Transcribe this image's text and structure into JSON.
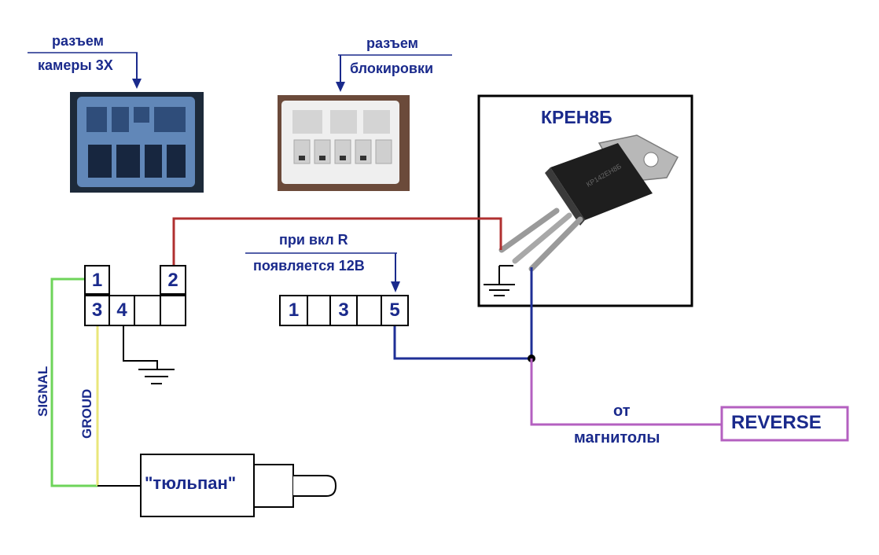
{
  "labels": {
    "cam_connector_line1": "разъем",
    "cam_connector_line2": "камеры 3Х",
    "lock_connector_line1": "разъем",
    "lock_connector_line2": "блокировки",
    "regulator_title": "КРЕН8Б",
    "reverse_note_line1": "при вкл R",
    "reverse_note_line2": "появляется 12В",
    "signal": "SIGNAL",
    "ground": "GROUD",
    "tulip": "\"тюльпан\"",
    "from_line1": "от",
    "from_line2": "магнитолы",
    "reverse": "REVERSE",
    "chip_marking": "КР142ЕН8Б"
  },
  "camera_connector_pins": {
    "top_left": "1",
    "top_right": "2",
    "bottom": [
      "3",
      "4",
      "",
      ""
    ]
  },
  "lock_connector_pins": [
    "1",
    "",
    "3",
    "",
    "5"
  ],
  "colors": {
    "label_blue": "#1a2a8c",
    "power_wire": "#b03030",
    "signal_wire": "#6ed45a",
    "ground_wire": "#e9e67a",
    "reverse_wire": "#1f2f96",
    "magnitola_wire": "#b460c0",
    "reverse_box": "#b460c0",
    "connector_blue": "#5f86b7",
    "connector_white": "#ececec",
    "regulator_body": "#202020",
    "regulator_tab": "#b8b8b8"
  }
}
